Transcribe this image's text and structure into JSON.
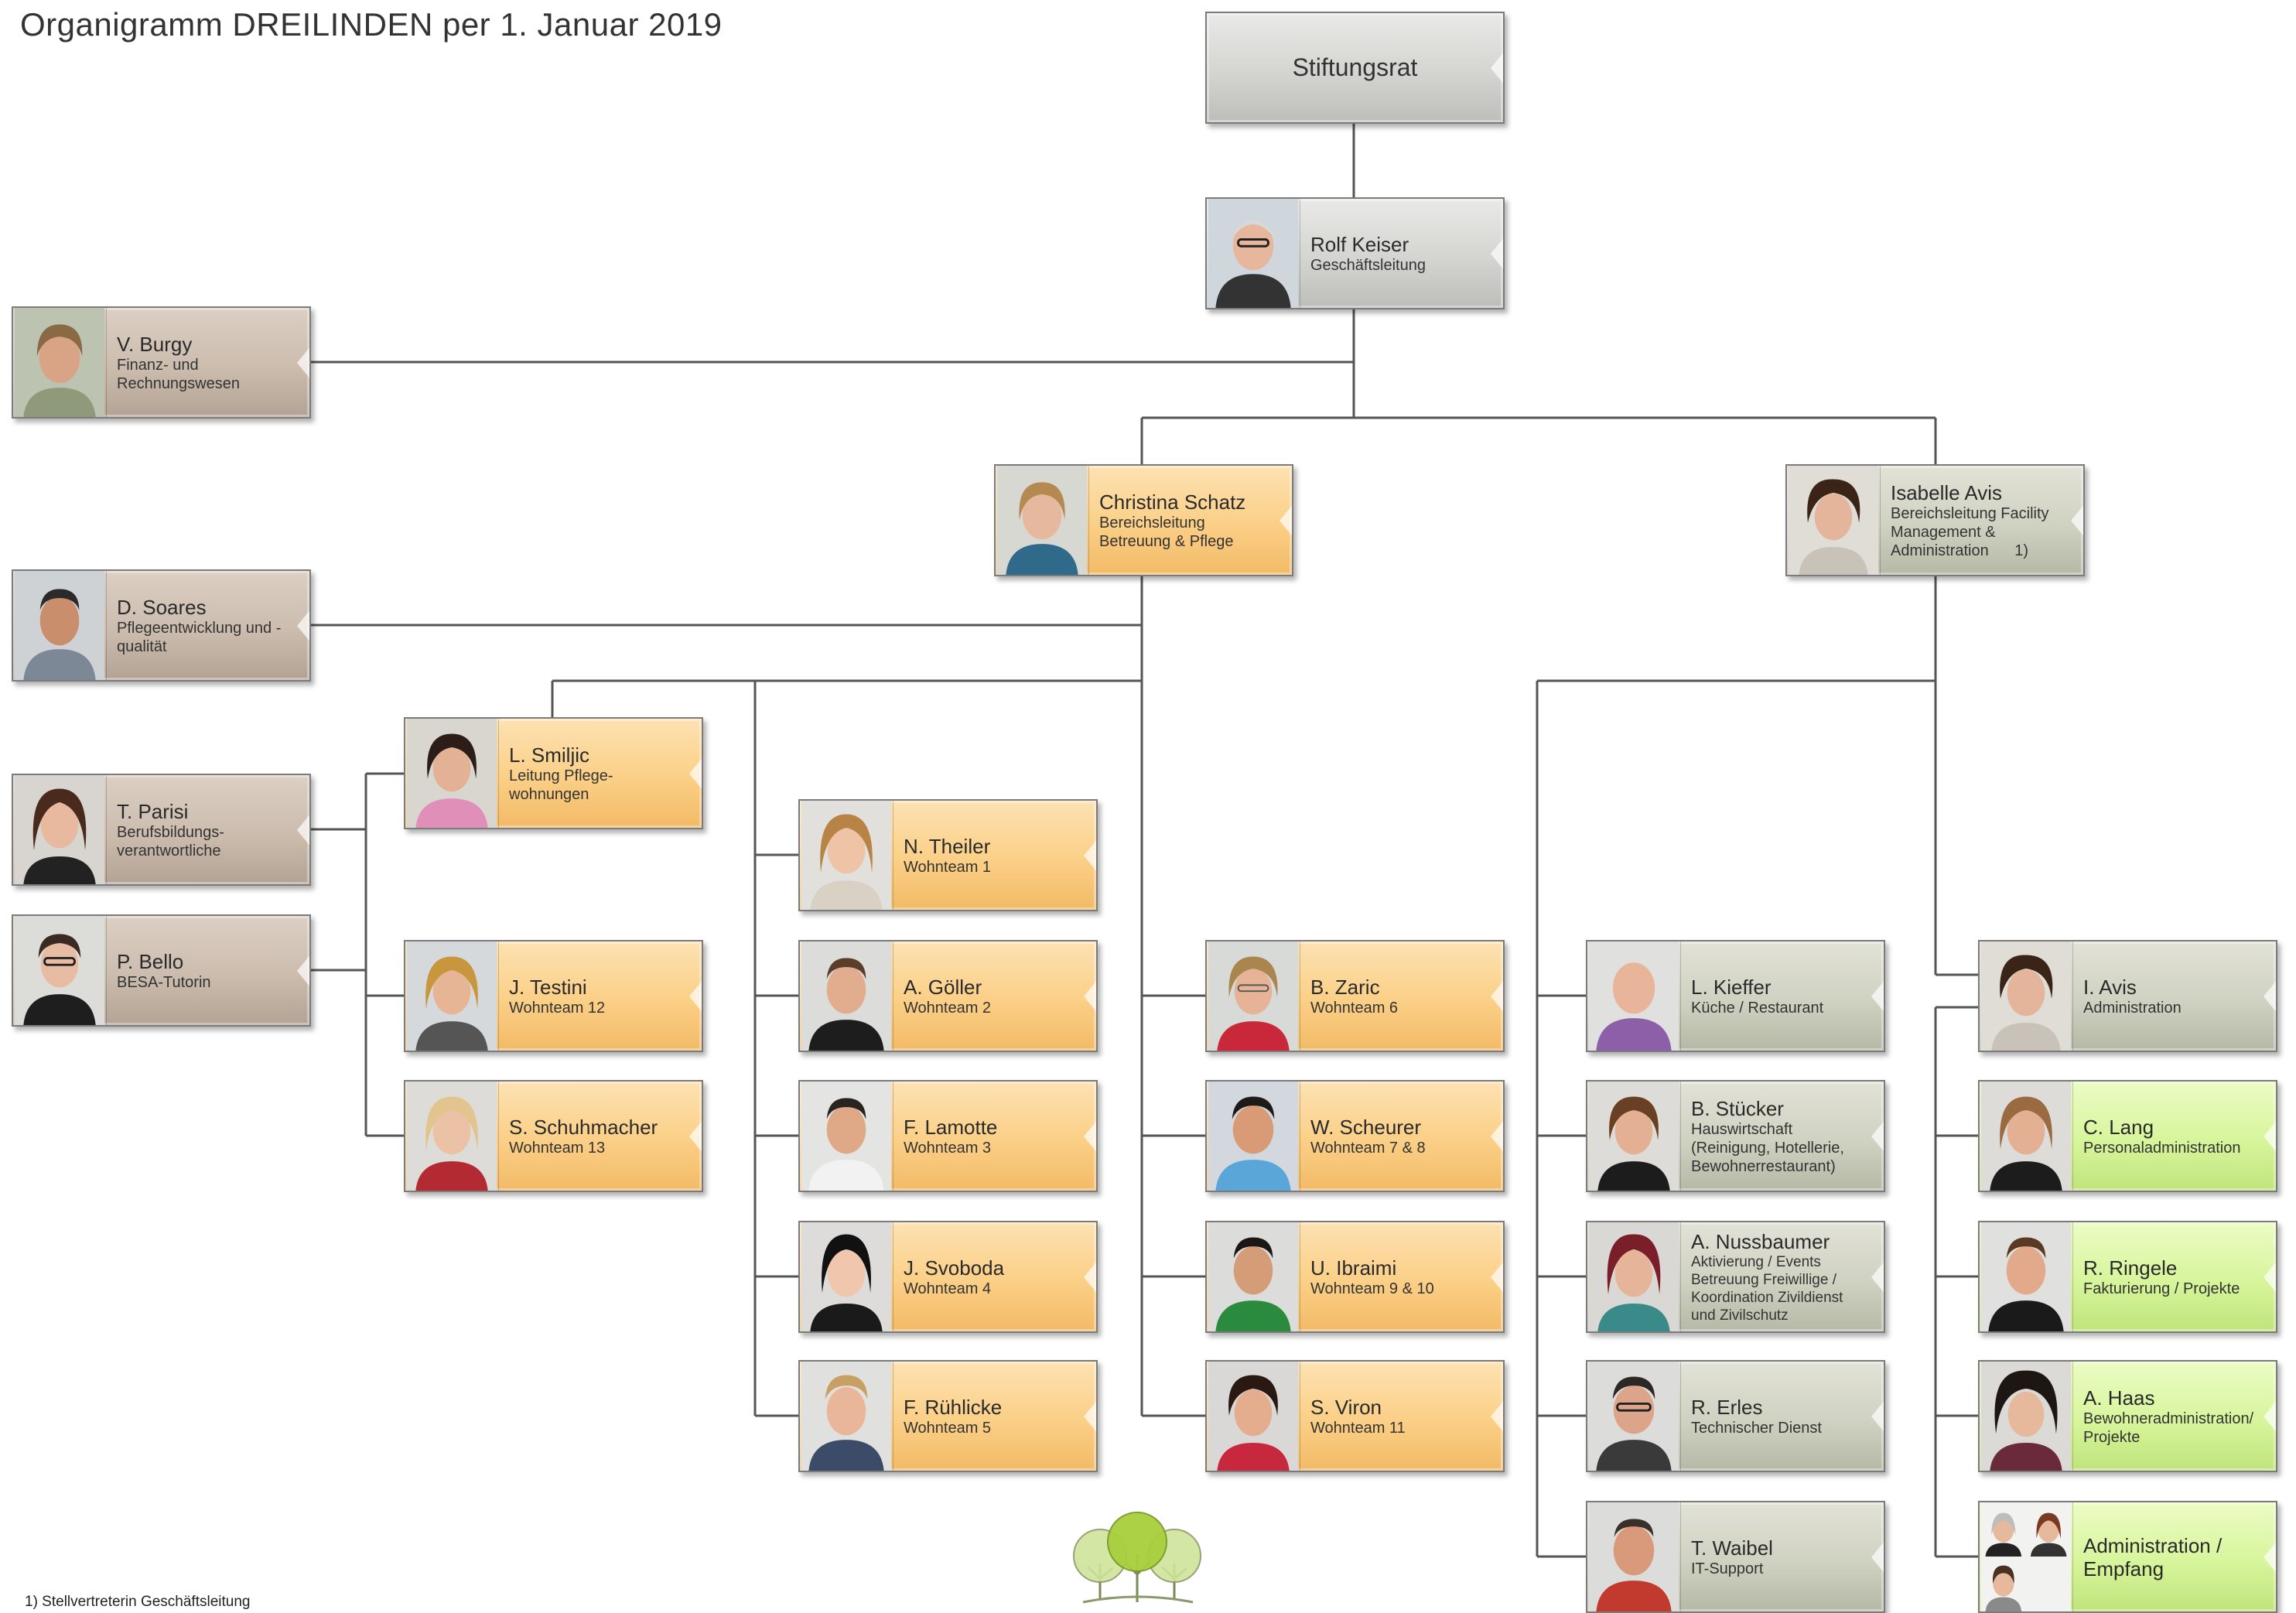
{
  "title": "Organigramm DREILINDEN per 1. Januar 2019",
  "footnote": "1) Stellvertreterin Geschäftsleitung",
  "colors": {
    "grey": "#d4d4d1",
    "taupe": "#cbbcae",
    "orange": "#fbcf86",
    "sage": "#cfd1c1",
    "lime": "#d7f59b",
    "connector": "#555555"
  },
  "nodes": {
    "stiftungsrat": {
      "label": "Stiftungsrat"
    },
    "keiser": {
      "name": "Rolf Keiser",
      "role": "Geschäftsleitung"
    },
    "burgy": {
      "name": "V. Burgy",
      "role": "Finanz- und Rechnungswesen"
    },
    "schatz": {
      "name": "Christina Schatz",
      "role": "Bereichsleitung Betreuung & Pflege"
    },
    "avis_isabelle": {
      "name": "Isabelle Avis",
      "role": "Bereichsleitung Facility Management & Administration",
      "note": "1)"
    },
    "soares": {
      "name": "D. Soares",
      "role": "Pflegeentwicklung und -qualität"
    },
    "smiljic": {
      "name": "L. Smiljic",
      "role": "Leitung Pflege-wohnungen"
    },
    "parisi": {
      "name": "T. Parisi",
      "role": "Berufsbildungs-verantwortliche"
    },
    "bello": {
      "name": "P. Bello",
      "role": "BESA-Tutorin"
    },
    "testini": {
      "name": "J. Testini",
      "role": "Wohnteam 12"
    },
    "schuhmacher": {
      "name": "S. Schuhmacher",
      "role": "Wohnteam 13"
    },
    "theiler": {
      "name": "N. Theiler",
      "role": "Wohnteam 1"
    },
    "goeller": {
      "name": "A. Göller",
      "role": "Wohnteam 2"
    },
    "lamotte": {
      "name": "F. Lamotte",
      "role": "Wohnteam 3"
    },
    "svoboda": {
      "name": "J. Svoboda",
      "role": "Wohnteam 4"
    },
    "ruehlicke": {
      "name": "F. Rühlicke",
      "role": "Wohnteam 5"
    },
    "zaric": {
      "name": "B. Zaric",
      "role": "Wohnteam 6"
    },
    "scheurer": {
      "name": "W. Scheurer",
      "role": "Wohnteam 7 & 8"
    },
    "ibraimi": {
      "name": "U. Ibraimi",
      "role": "Wohnteam 9 & 10"
    },
    "viron": {
      "name": "S. Viron",
      "role": "Wohnteam 11"
    },
    "kieffer": {
      "name": "L. Kieffer",
      "role": "Küche / Restaurant"
    },
    "stuecker": {
      "name": "B. Stücker",
      "role": "Hauswirtschaft (Reinigung, Hotellerie, Bewohnerrestaurant)"
    },
    "nussbaumer": {
      "name": "A. Nussbaumer",
      "role": "Aktivierung / Events Betreuung Freiwillige / Koordination Zivildienst und Zivilschutz"
    },
    "erles": {
      "name": "R. Erles",
      "role": "Technischer Dienst"
    },
    "waibel": {
      "name": "T. Waibel",
      "role": "IT-Support"
    },
    "avis_i": {
      "name": "I. Avis",
      "role": "Administration"
    },
    "lang": {
      "name": "C. Lang",
      "role": "Personaladministration"
    },
    "ringele": {
      "name": "R. Ringele",
      "role": "Fakturierung / Projekte"
    },
    "haas": {
      "name": "A. Haas",
      "role": "Bewohneradministration/ Projekte"
    },
    "empfang": {
      "name": "Administration / Empfang",
      "role": ""
    }
  }
}
